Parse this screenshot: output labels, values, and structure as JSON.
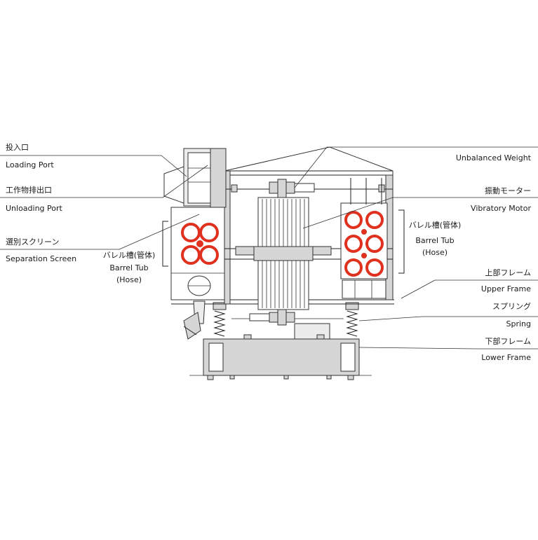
{
  "labels": {
    "loading_port_jp": "投入口",
    "loading_port_en": "Loading Port",
    "unloading_port_jp": "工作物排出口",
    "unloading_port_en": "Unloading Port",
    "separation_screen_jp": "選別スクリーン",
    "separation_screen_en": "Separation Screen",
    "barrel_tub_left_jp": "バレル槽(管体)",
    "barrel_tub_left_en": "Barrel Tub",
    "barrel_tub_left_en2": "(Hose)",
    "unbalanced_weight_en": "Unbalanced Weight",
    "vibratory_motor_jp": "振動モーター",
    "vibratory_motor_en": "Vibratory Motor",
    "barrel_tub_right_jp": "バレル槽(管体)",
    "barrel_tub_right_en": "Barrel Tub",
    "barrel_tub_right_en2": "(Hose)",
    "upper_frame_jp": "上部フレーム",
    "upper_frame_en": "Upper Frame",
    "spring_jp": "スプリング",
    "spring_en": "Spring",
    "lower_frame_jp": "下部フレーム",
    "lower_frame_en": "Lower Frame"
  },
  "colors": {
    "hose_ring": "#e0301e",
    "frame_fill": "#d6d6d6"
  }
}
